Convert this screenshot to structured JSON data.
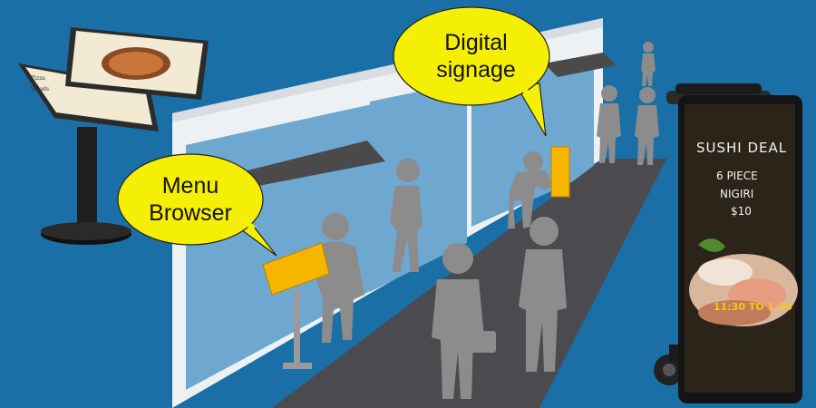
{
  "callouts": {
    "menu_browser": [
      "Menu",
      "Browser"
    ],
    "digital_signage": [
      "Digital",
      "signage"
    ]
  },
  "signage": {
    "title": "SUSHI DEAL",
    "line1": "6 PIECE",
    "line2": "NIGIRI",
    "price": "$10",
    "time": "11:30 TO 1:30"
  },
  "kiosk": {
    "left_items": [
      "Pizza",
      "Salads"
    ]
  },
  "colors": {
    "background": "#196fa6",
    "bubble": "#f5ef06",
    "device": "#f7b500"
  }
}
